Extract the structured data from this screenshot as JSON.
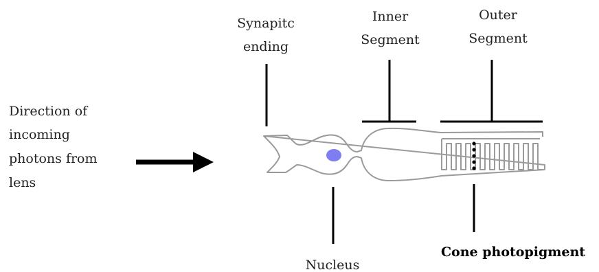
{
  "labels": {
    "synaptic_line1": "Synapitc",
    "synaptic_line2": "ending",
    "inner_line1": "Inner",
    "inner_line2": "Segment",
    "outer_line1": "Outer",
    "outer_line2": "Segment",
    "direction_line1": "Direction of",
    "direction_line2": "incoming",
    "direction_line3": "photons from",
    "direction_line4": "lens",
    "nucleus": "Nucleus",
    "cone_photopigment": "Cone photopigment"
  },
  "colors": {
    "nucleus_fill": "#7e7ef2",
    "cell_outline": "#9a9a9a",
    "pointer_lines": "#000000",
    "photopigment_dots": "#000000"
  }
}
